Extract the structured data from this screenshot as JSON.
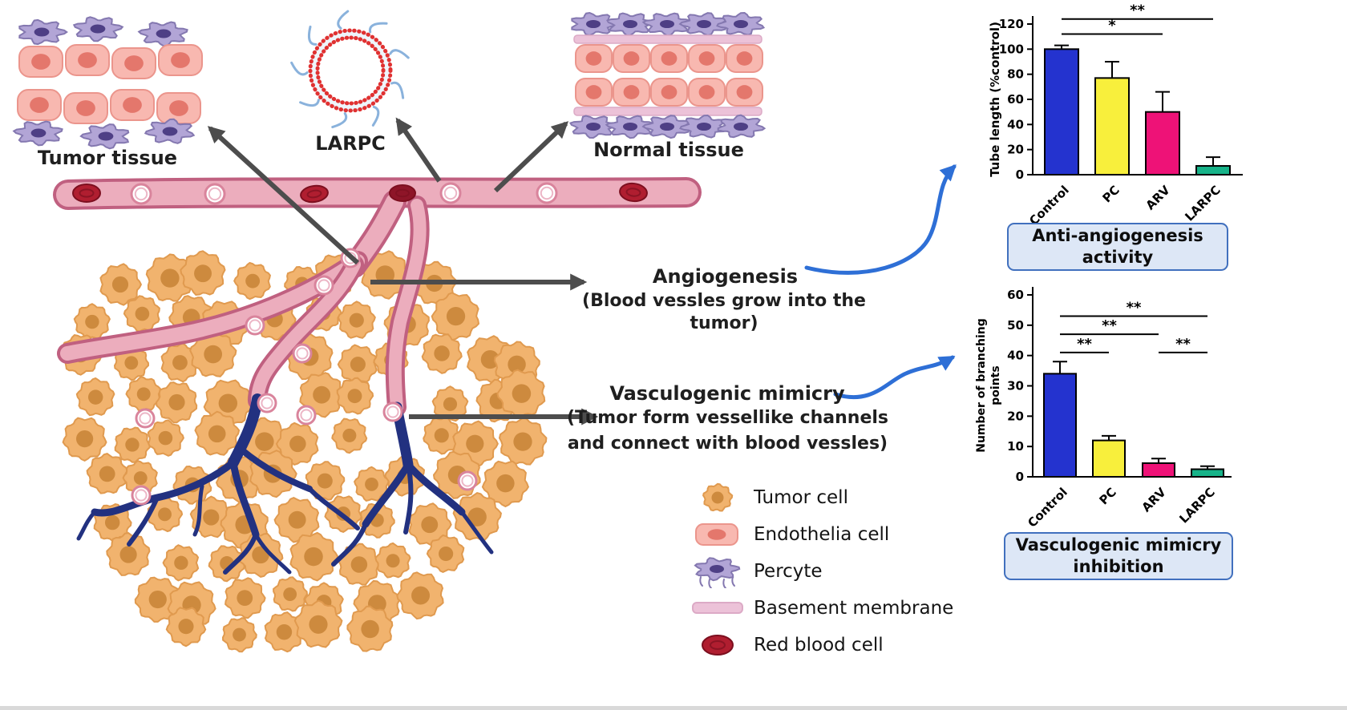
{
  "figure": {
    "background": "#ffffff"
  },
  "diagram": {
    "labels": {
      "tumor_tissue": "Tumor tissue",
      "larpc": "LARPC",
      "normal_tissue": "Normal tissue"
    },
    "annotations": {
      "angiogenesis_title": "Angiogenesis",
      "angiogenesis_subtitle": "(Blood vessles grow into the tumor)",
      "vasculogenic_title": "Vasculogenic mimicry",
      "vasculogenic_subtitle_line1": "(Tumor form vessellike channels",
      "vasculogenic_subtitle_line2": "and connect with blood vessles)"
    },
    "legend": [
      {
        "icon": "tumor-cell-icon",
        "label": "Tumor cell",
        "color": "#f1b36e"
      },
      {
        "icon": "endothelia-cell-icon",
        "label": "Endothelia cell",
        "color": "#f8b8b0"
      },
      {
        "icon": "pericyte-icon",
        "label": "Percyte",
        "color": "#b2a5d6"
      },
      {
        "icon": "basement-membrane-icon",
        "label": "Basement membrane",
        "color": "#ecc2d8"
      },
      {
        "icon": "red-blood-cell-icon",
        "label": "Red blood cell",
        "color": "#b01e30"
      }
    ]
  },
  "chart_data": [
    {
      "type": "bar",
      "name": "anti_angiogenesis_activity",
      "categories": [
        "Control",
        "PC",
        "ARV",
        "LARPC"
      ],
      "values": [
        100,
        77,
        50,
        7
      ],
      "errors": [
        3,
        13,
        16,
        7
      ],
      "bar_colors": [
        "#2433cf",
        "#f8ef3c",
        "#ee1277",
        "#17b389"
      ],
      "ylabel": "Tube length (%control)",
      "ylim": [
        0,
        120
      ],
      "yticks": [
        0,
        20,
        40,
        60,
        80,
        100,
        120
      ],
      "grid": false,
      "significance": [
        {
          "from": 0,
          "to": 2,
          "label": "*",
          "y": 112
        },
        {
          "from": 0,
          "to": 3,
          "label": "**",
          "y": 124
        }
      ],
      "caption_line1": "Anti-angiogenesis",
      "caption_line2": "activity"
    },
    {
      "type": "bar",
      "name": "vasculogenic_mimicry_inhibition",
      "categories": [
        "Control",
        "PC",
        "ARV",
        "LARPC"
      ],
      "values": [
        34,
        12,
        4.5,
        2.5
      ],
      "errors": [
        4,
        1.5,
        1.5,
        1
      ],
      "bar_colors": [
        "#2433cf",
        "#f8ef3c",
        "#ee1277",
        "#17b389"
      ],
      "ylabel": "Number of branching points",
      "ylabel_line1": "Number of branching",
      "ylabel_line2": "points",
      "ylim": [
        0,
        60
      ],
      "yticks": [
        0,
        10,
        20,
        30,
        40,
        50,
        60
      ],
      "grid": false,
      "significance": [
        {
          "from": 0,
          "to": 1,
          "label": "**",
          "y": 41
        },
        {
          "from": 2,
          "to": 3,
          "label": "**",
          "y": 41
        },
        {
          "from": 0,
          "to": 2,
          "label": "**",
          "y": 47
        },
        {
          "from": 0,
          "to": 3,
          "label": "**",
          "y": 53
        }
      ],
      "caption_line1": "Vasculogenic mimicry",
      "caption_line2": "inhibition"
    }
  ]
}
